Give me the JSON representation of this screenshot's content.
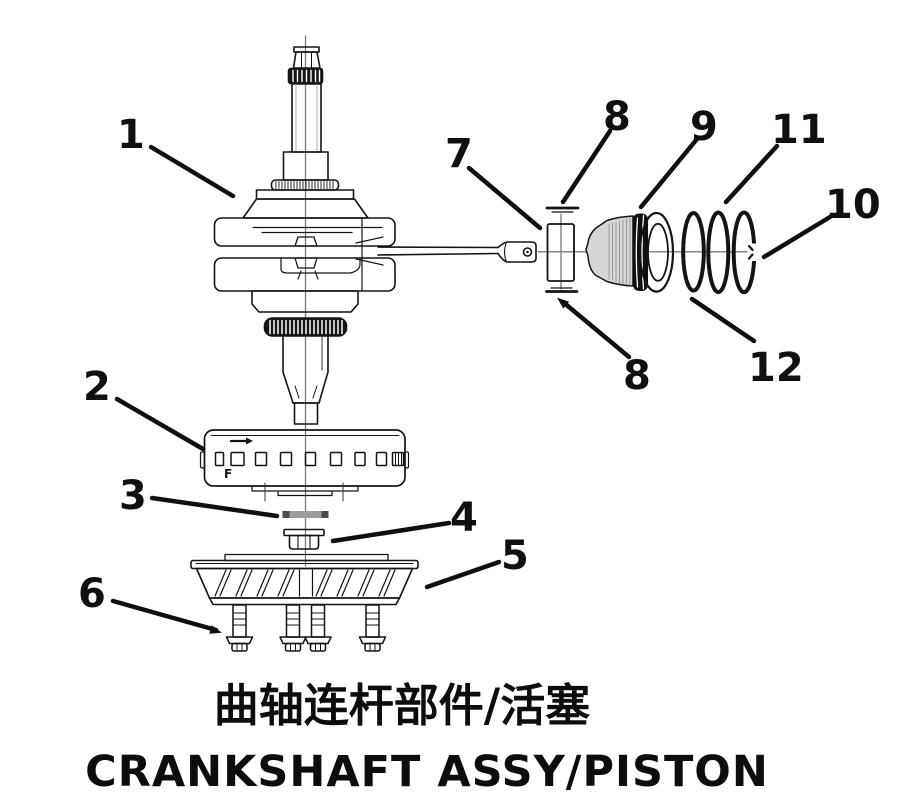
{
  "titles": {
    "cn": "曲轴连杆部件/活塞",
    "en": "CRANKSHAFT ASSY/PISTON"
  },
  "callouts": [
    {
      "text": "1"
    },
    {
      "text": "2"
    },
    {
      "text": "3"
    },
    {
      "text": "4"
    },
    {
      "text": "5"
    },
    {
      "text": "6"
    },
    {
      "text": "7"
    },
    {
      "text": "8"
    },
    {
      "text": "8"
    },
    {
      "text": "9"
    },
    {
      "text": "10"
    },
    {
      "text": "11"
    },
    {
      "text": "12"
    }
  ],
  "marks": {
    "basket_letter": "F"
  },
  "icons": {
    "direction_arrow_icon": "→"
  },
  "colors": {
    "line": "#141414",
    "centerline": "#7a7a7a",
    "washer_fill": "#9c9c9c",
    "washer_ends": "#4a4a4a",
    "background": "#ffffff"
  }
}
